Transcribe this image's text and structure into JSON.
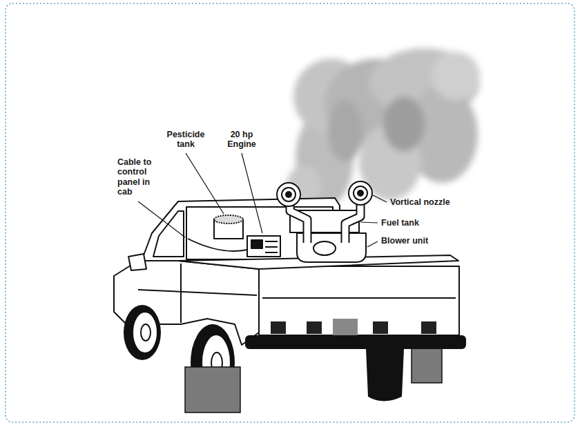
{
  "diagram": {
    "labels": [
      "Pesticide tank",
      "20 hp Engine",
      "Cable to control panel in cab",
      "Vortical nozzle",
      "Fuel tank",
      "Blower unit"
    ]
  }
}
